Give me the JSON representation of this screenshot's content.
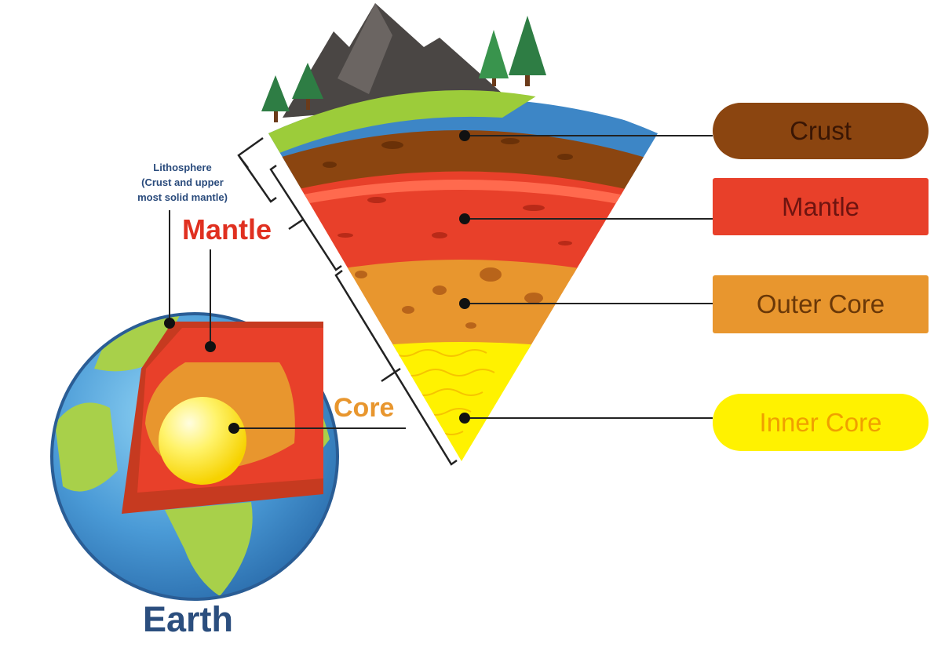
{
  "labels": {
    "crust": "Crust",
    "mantle": "Mantle",
    "outer_core": "Outer Core",
    "inner_core": "Inner Core",
    "lithosphere_line1": "Lithosphere",
    "lithosphere_line2": "(Crust and upper",
    "lithosphere_line3": "most solid mantle)",
    "mantle_side": "Mantle",
    "core_side": "Core",
    "earth": "Earth"
  },
  "colors": {
    "crust": "#8b4510",
    "mantle": "#e8402a",
    "outer_core": "#e8962e",
    "inner_core": "#fff200",
    "ocean": "#3d86c6",
    "land": "#9ccc3a",
    "title": "#2b4e7e"
  }
}
